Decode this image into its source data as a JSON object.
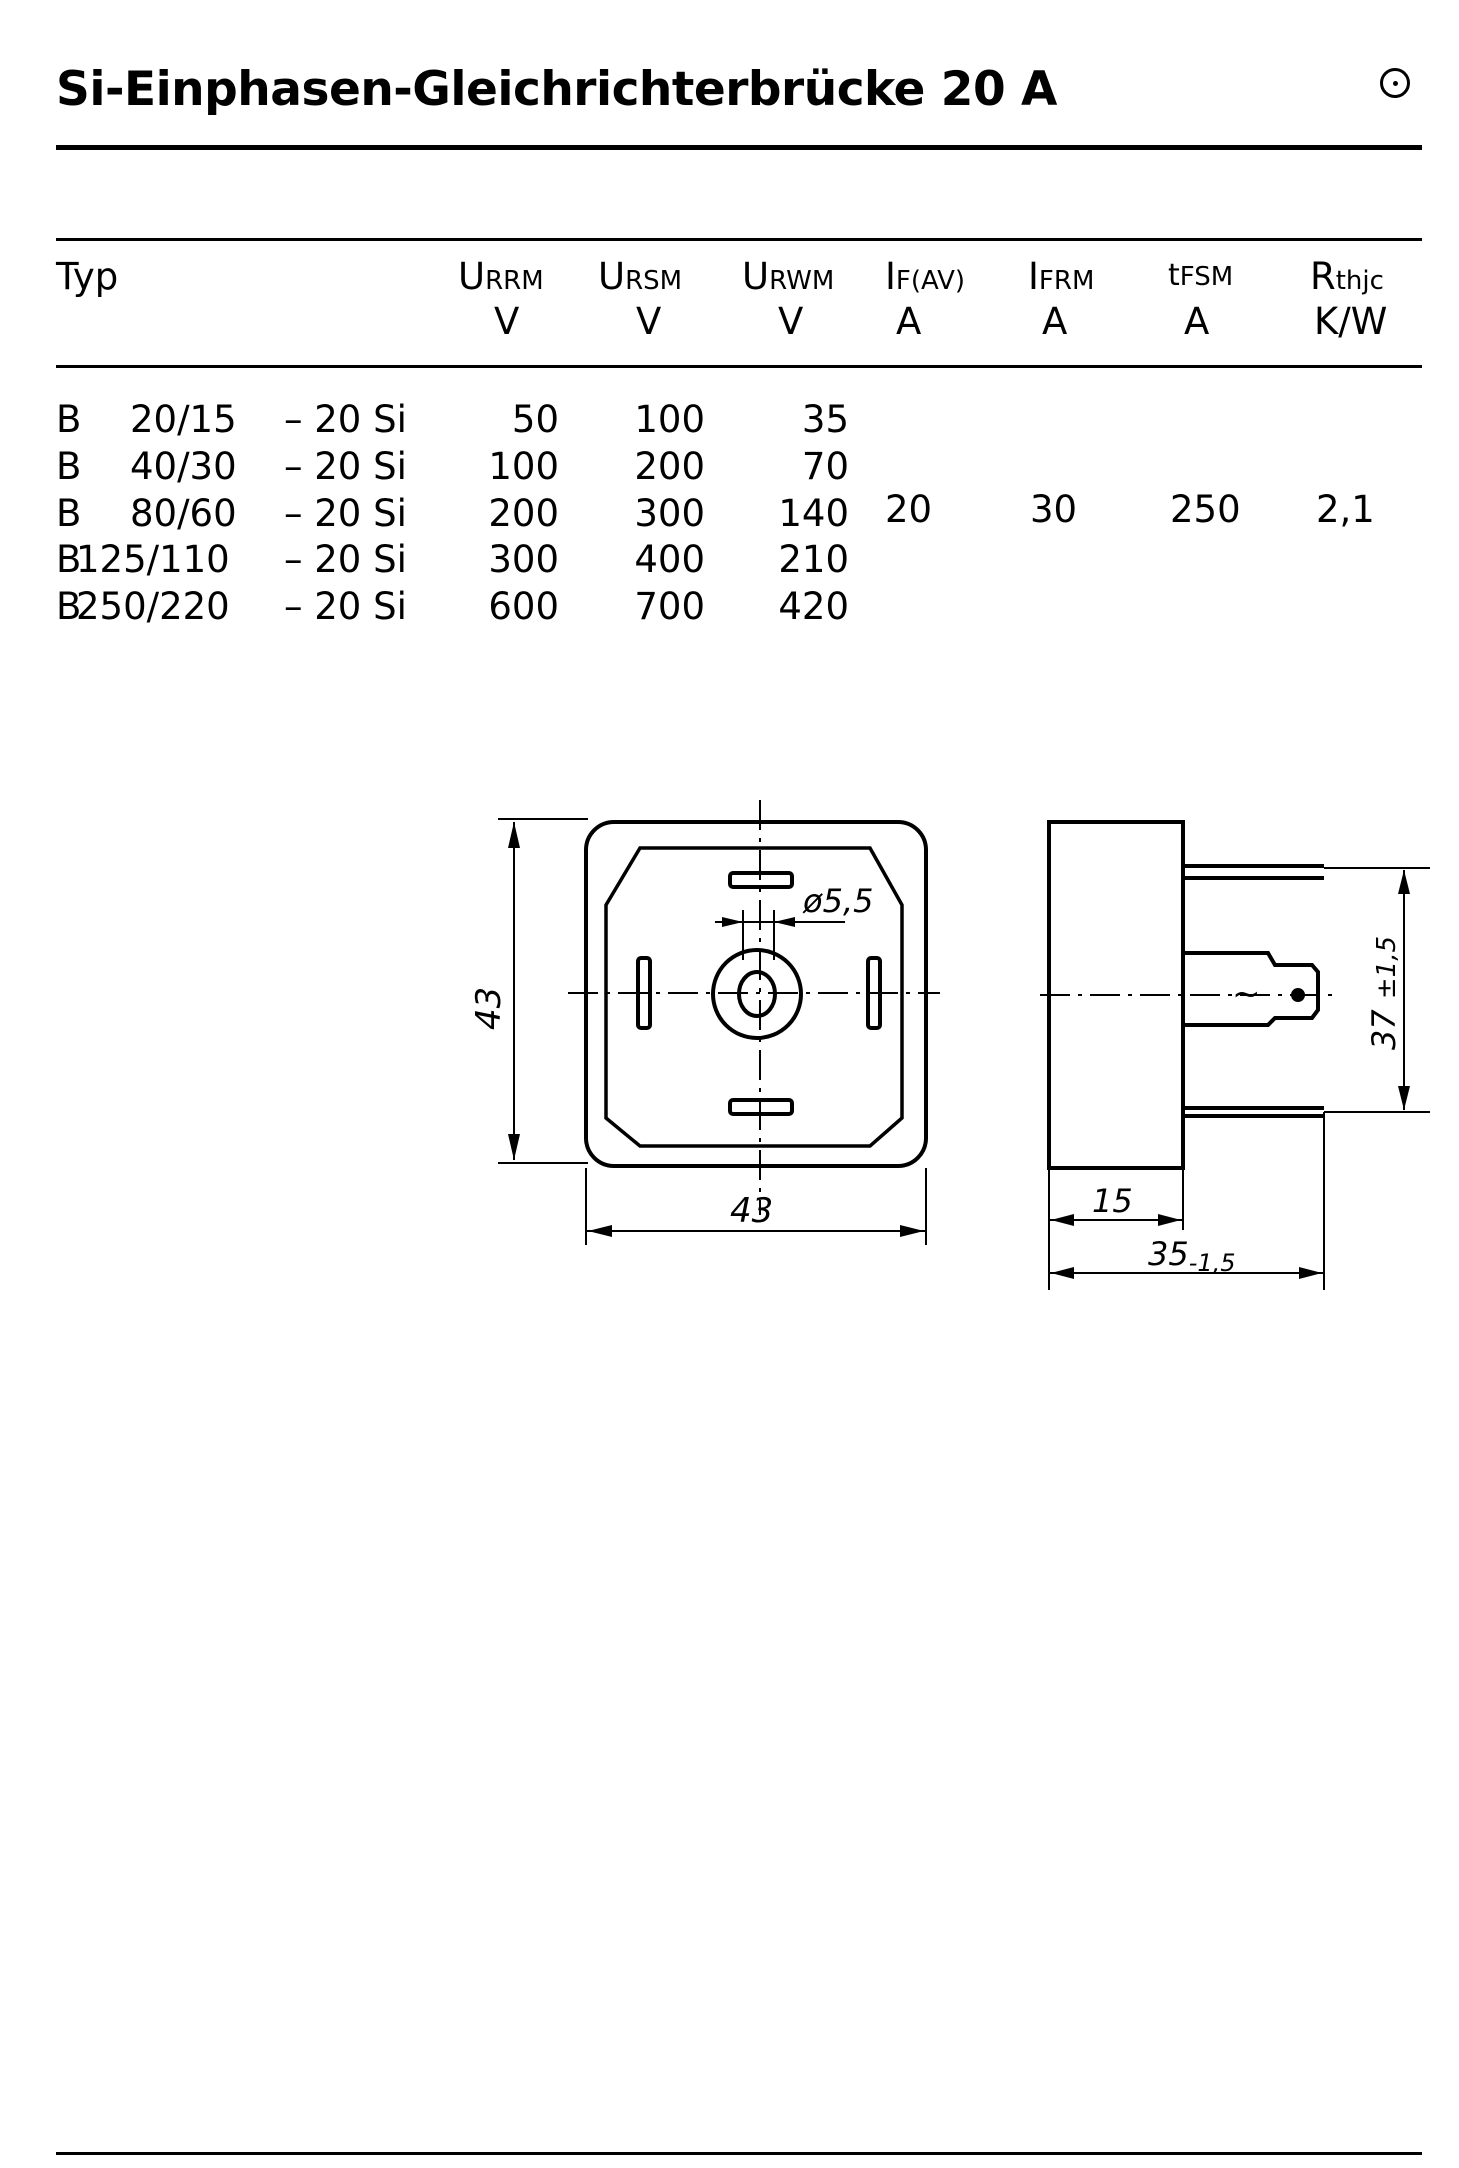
{
  "title": "Si-Einphasen-Gleichrichterbrücke 20 A",
  "header_icon": "circle-dot-icon",
  "table": {
    "columns": [
      {
        "symbol": "U",
        "sub": "RRM",
        "unit": "V"
      },
      {
        "symbol": "U",
        "sub": "RSM",
        "unit": "V"
      },
      {
        "symbol": "U",
        "sub": "RWM",
        "unit": "V"
      },
      {
        "symbol": "I",
        "sub": "F(AV)",
        "unit": "A"
      },
      {
        "symbol": "I",
        "sub": "FRM",
        "unit": "A"
      },
      {
        "symbol": "t",
        "sub": "FSM",
        "unit": "A"
      },
      {
        "symbol": "R",
        "sub": "thjc",
        "unit": "K/W"
      }
    ],
    "typ_label": "Typ",
    "rows": [
      {
        "b": "B",
        "typ": "20/15",
        "suffix": "– 20 Si",
        "urrm": "50",
        "ursm": "100",
        "urwm": "35"
      },
      {
        "b": "B",
        "typ": "40/30",
        "suffix": "– 20 Si",
        "urrm": "100",
        "ursm": "200",
        "urwm": "70"
      },
      {
        "b": "B",
        "typ": "80/60",
        "suffix": "– 20 Si",
        "urrm": "200",
        "ursm": "300",
        "urwm": "140"
      },
      {
        "b": "B",
        "typ": "125/110",
        "suffix": "– 20 Si",
        "urrm": "300",
        "ursm": "400",
        "urwm": "210"
      },
      {
        "b": "B",
        "typ": "250/220",
        "suffix": "– 20 Si",
        "urrm": "600",
        "ursm": "700",
        "urwm": "420"
      }
    ],
    "common": {
      "if_av": "20",
      "ifrm": "30",
      "tfsm": "250",
      "rthjc": "2,1"
    }
  },
  "drawing": {
    "front_height": "43",
    "front_width": "43",
    "hole_diameter": "ø5,5",
    "side_depth": "15",
    "side_total": "35",
    "side_total_tol": "-1,5",
    "pin_spacing": "37",
    "pin_spacing_tol": "±1,5",
    "ac_symbol": "~"
  }
}
